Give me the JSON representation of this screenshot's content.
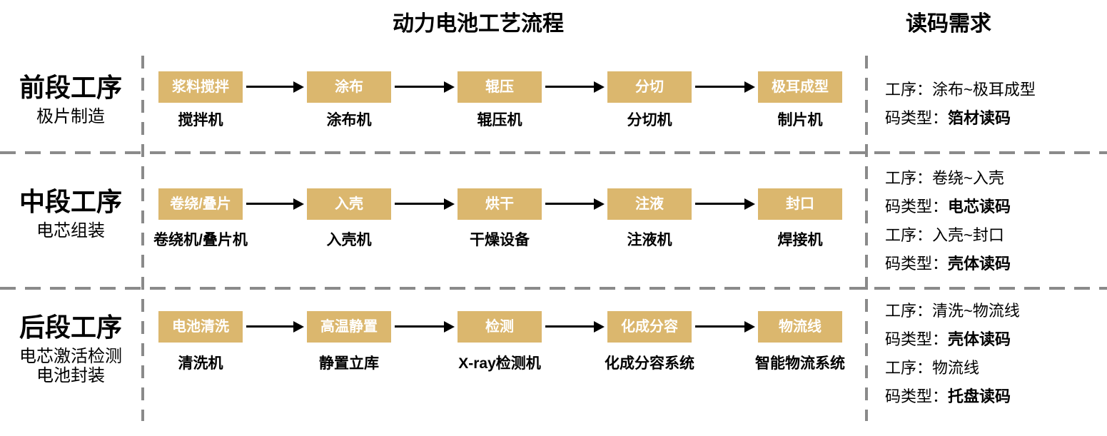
{
  "titles": {
    "flow": "动力电池工艺流程",
    "requirements": "读码需求"
  },
  "colors": {
    "box_fill": "#DBB76E",
    "box_text": "#FFFFFF",
    "dash_line": "#8A8A8A",
    "arrow": "#000000",
    "text": "#000000"
  },
  "rows": [
    {
      "stage_title": "前段工序",
      "stage_subtitle_lines": [
        "极片制造"
      ],
      "steps": [
        {
          "process": "浆料搅拌",
          "machine": "搅拌机"
        },
        {
          "process": "涂布",
          "machine": "涂布机"
        },
        {
          "process": "辊压",
          "machine": "辊压机"
        },
        {
          "process": "分切",
          "machine": "分切机"
        },
        {
          "process": "极耳成型",
          "machine": "制片机"
        }
      ],
      "requirements": [
        {
          "prefix": "工序：",
          "value": "涂布~极耳成型"
        },
        {
          "prefix": "码类型：",
          "value": "箔材读码"
        }
      ]
    },
    {
      "stage_title": "中段工序",
      "stage_subtitle_lines": [
        "电芯组装"
      ],
      "steps": [
        {
          "process": "卷绕/叠片",
          "machine": "卷绕机/叠片机"
        },
        {
          "process": "入壳",
          "machine": "入壳机"
        },
        {
          "process": "烘干",
          "machine": "干燥设备"
        },
        {
          "process": "注液",
          "machine": "注液机"
        },
        {
          "process": "封口",
          "machine": "焊接机"
        }
      ],
      "requirements": [
        {
          "prefix": "工序：",
          "value": "卷绕~入壳"
        },
        {
          "prefix": "码类型：",
          "value": "电芯读码"
        },
        {
          "prefix": "工序：",
          "value": "入壳~封口"
        },
        {
          "prefix": "码类型：",
          "value": "壳体读码"
        }
      ]
    },
    {
      "stage_title": "后段工序",
      "stage_subtitle_lines": [
        "电芯激活检测",
        "电池封装"
      ],
      "steps": [
        {
          "process": "电池清洗",
          "machine": "清洗机"
        },
        {
          "process": "高温静置",
          "machine": "静置立库"
        },
        {
          "process": "检测",
          "machine": "X-ray检测机"
        },
        {
          "process": "化成分容",
          "machine": "化成分容系统"
        },
        {
          "process": "物流线",
          "machine": "智能物流系统"
        }
      ],
      "requirements": [
        {
          "prefix": "工序：",
          "value": "清洗~物流线"
        },
        {
          "prefix": "码类型：",
          "value": "壳体读码"
        },
        {
          "prefix": "工序：",
          "value": "物流线"
        },
        {
          "prefix": "码类型：",
          "value": "托盘读码"
        }
      ]
    }
  ]
}
